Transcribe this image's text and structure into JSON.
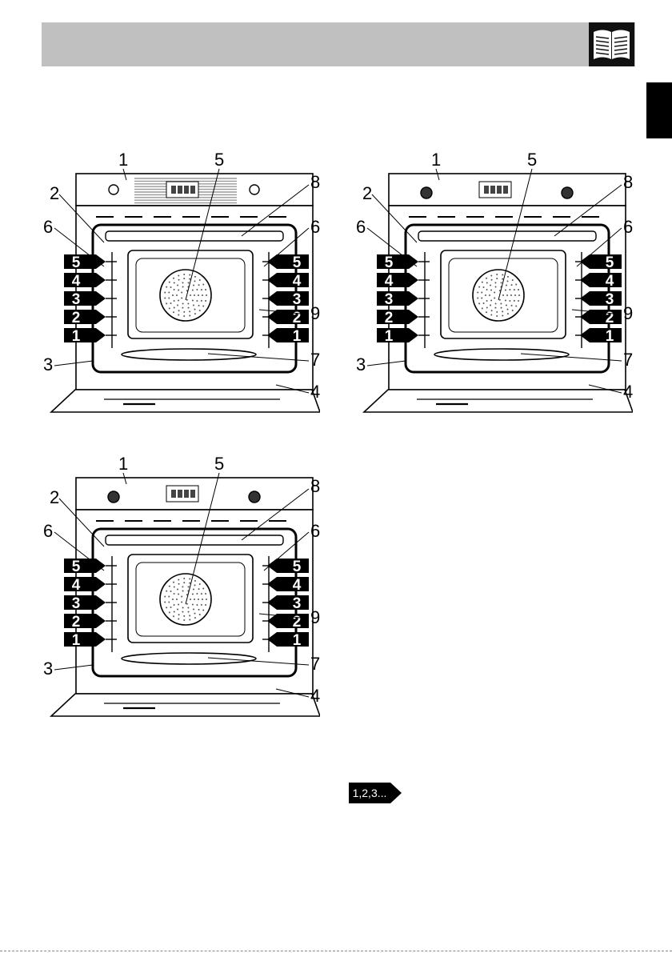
{
  "diagrams": [
    {
      "callouts": [
        "1",
        "2",
        "3",
        "4",
        "5",
        "6",
        "6",
        "7",
        "8",
        "9"
      ],
      "shelf_levels_left": [
        "5",
        "4",
        "3",
        "2",
        "1"
      ],
      "shelf_levels_right": [
        "5",
        "4",
        "3",
        "2",
        "1"
      ]
    },
    {
      "callouts": [
        "1",
        "2",
        "3",
        "4",
        "5",
        "6",
        "6",
        "7",
        "8",
        "9"
      ],
      "shelf_levels_left": [
        "5",
        "4",
        "3",
        "2",
        "1"
      ],
      "shelf_levels_right": [
        "5",
        "4",
        "3",
        "2",
        "1"
      ]
    },
    {
      "callouts": [
        "1",
        "2",
        "3",
        "4",
        "5",
        "6",
        "6",
        "7",
        "8",
        "9"
      ],
      "shelf_levels_left": [
        "5",
        "4",
        "3",
        "2",
        "1"
      ],
      "shelf_levels_right": [
        "5",
        "4",
        "3",
        "2",
        "1"
      ]
    }
  ],
  "note_tag": "1,2,3...",
  "icons": {
    "header": "open-book-icon",
    "note": "numbered-arrow-tag-icon"
  }
}
